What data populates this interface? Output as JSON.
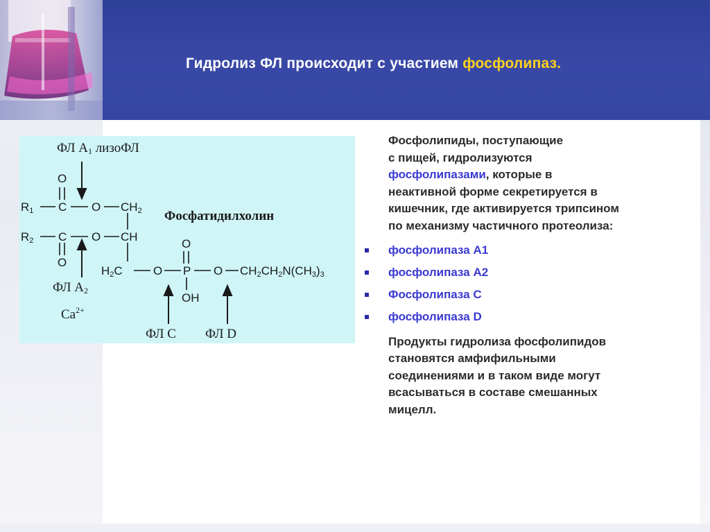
{
  "header": {
    "title_prefix": "Гидролиз ФЛ  происходит с участием ",
    "title_accent": "фосфолипаз."
  },
  "formula": {
    "compound_name": "Фосфатидилхолин",
    "r1": "R",
    "r1_sub": "1",
    "r2": "R",
    "r2_sub": "2",
    "row1_c": "C",
    "row1_o": "O",
    "row1_ch": "CH",
    "row1_ch_sub": "2",
    "row2_c": "C",
    "row2_o": "O",
    "row2_ch": "CH",
    "carbonyl_o_top": "O",
    "carbonyl_o_bottom": "O",
    "h2c_h": "H",
    "h2c_sub": "2",
    "h2c_c": "C",
    "ester_o": "O",
    "p": "P",
    "p_oxo": "O",
    "p_oh": "OH",
    "choline_o": "O",
    "choline_ch2_a": "CH",
    "choline_sub_a": "2",
    "choline_ch2_b": "CH",
    "choline_sub_b": "2",
    "choline_n": "N(CH",
    "choline_sub_c": "3",
    "choline_close": ")",
    "choline_sub_d": "3",
    "enzyme_a1": "ФЛ A",
    "enzyme_a1_sub": "1",
    "enzyme_lyso": " лизоФЛ",
    "enzyme_a2": "ФЛ A",
    "enzyme_a2_sub": "2",
    "calcium": "Ca",
    "calcium_sup": "2+",
    "enzyme_c": "ФЛ C",
    "enzyme_d": "ФЛ D"
  },
  "intro_lines": [
    {
      "text": "Фосфолипиды, поступающие",
      "color": "#2b2b2b"
    },
    {
      "text": "с пищей, гидролизуются",
      "color": "#2b2b2b"
    },
    {
      "text_blue": "фосфолипазами",
      "text_rest": ", которые в"
    },
    {
      "text": "неактивной форме секретируется в",
      "color": "#2b2b2b"
    },
    {
      "text": "кишечник, где активируется трипсином",
      "color": "#2b2b2b"
    },
    {
      "text": "по механизму частичного протеолиза:",
      "color": "#2b2b2b"
    }
  ],
  "bullets": [
    "фосфолипаза  А1",
    "фосфолипаза  А2",
    "Фосфолипаза  С",
    "фосфолипаза  D"
  ],
  "outro_lines": [
    "Продукты гидролиза фосфолипидов",
    "становятся амфифильными",
    "соединениями  и в таком виде могут",
    "всасываться в составе смешанных",
    "мицелл."
  ],
  "colors": {
    "header_bg": "#3546a2",
    "title_accent": "#ffd21e",
    "panel_bg": "#cff5f7",
    "enzyme_blue": "#3a3ad2"
  }
}
